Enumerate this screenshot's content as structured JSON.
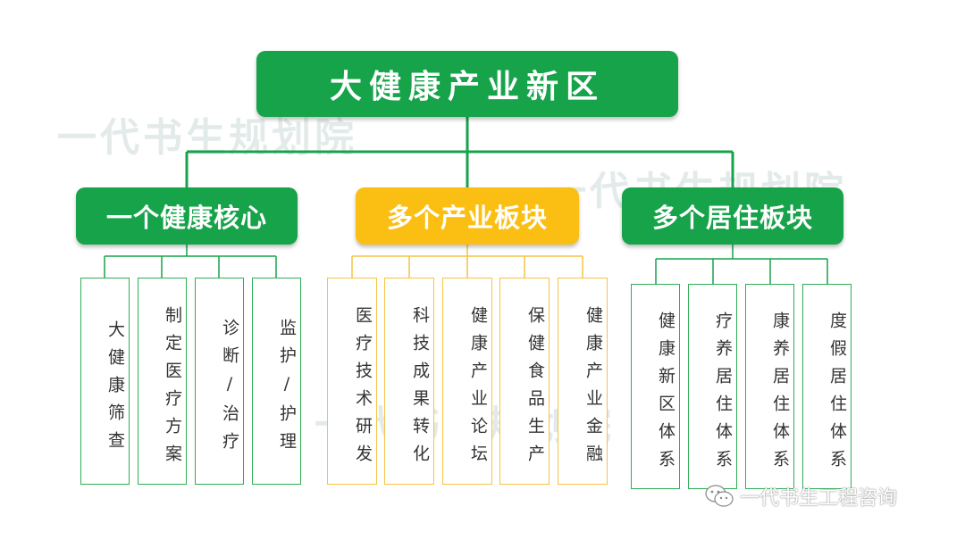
{
  "watermark": "一代书生规划院",
  "root": {
    "label": "大健康产业新区"
  },
  "categories": [
    {
      "label": "一个健康核心",
      "color": "#16a34a",
      "items": [
        "大健康筛查",
        "制定医疗方案",
        "诊断/治疗",
        "监护/护理"
      ]
    },
    {
      "label": "多个产业板块",
      "color": "#fbbf14",
      "items": [
        "医疗技术研发",
        "科技成果转化",
        "健康产业论坛",
        "保健食品生产",
        "健康产业金融"
      ]
    },
    {
      "label": "多个居住板块",
      "color": "#16a34a",
      "items": [
        "健康新区体系",
        "疗养居住体系",
        "康养居住体系",
        "度假居住体系"
      ]
    }
  ],
  "footer": {
    "icon": "wechat-icon",
    "text": "一代书生工程咨询"
  }
}
